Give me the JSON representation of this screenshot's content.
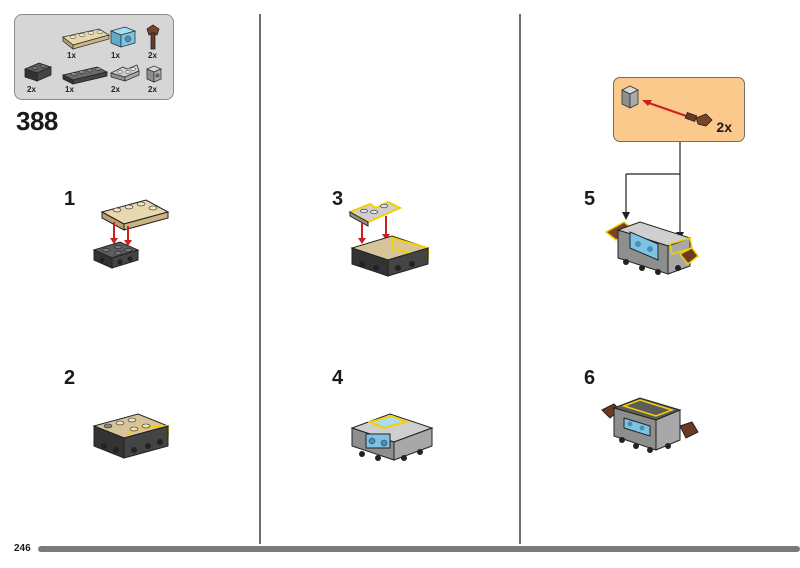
{
  "page": {
    "number": "246",
    "step_number": "388"
  },
  "parts_list": [
    {
      "qty": "1x",
      "icon": "tan-plate-1x4"
    },
    {
      "qty": "1x",
      "icon": "blue-brick-2x2"
    },
    {
      "qty": "2x",
      "icon": "brown-lever"
    },
    {
      "qty": "2x",
      "icon": "dark-gray-bracket"
    },
    {
      "qty": "1x",
      "icon": "dark-gray-plate-1x4"
    },
    {
      "qty": "2x",
      "icon": "light-gray-corner-plate"
    },
    {
      "qty": "2x",
      "icon": "light-gray-brick-1x1"
    }
  ],
  "substeps": [
    "1",
    "2",
    "3",
    "4",
    "5",
    "6"
  ],
  "callout": {
    "qty": "2x"
  },
  "colors": {
    "tan": "#d8c49a",
    "dark_gray": "#4a4a4a",
    "light_gray": "#a8a8a8",
    "blue": "#7ec3e3",
    "brown": "#6b3a22",
    "arrow_red": "#cc1f1f",
    "highlight": "#f5d000",
    "callout_bg": "#fcc98c"
  }
}
